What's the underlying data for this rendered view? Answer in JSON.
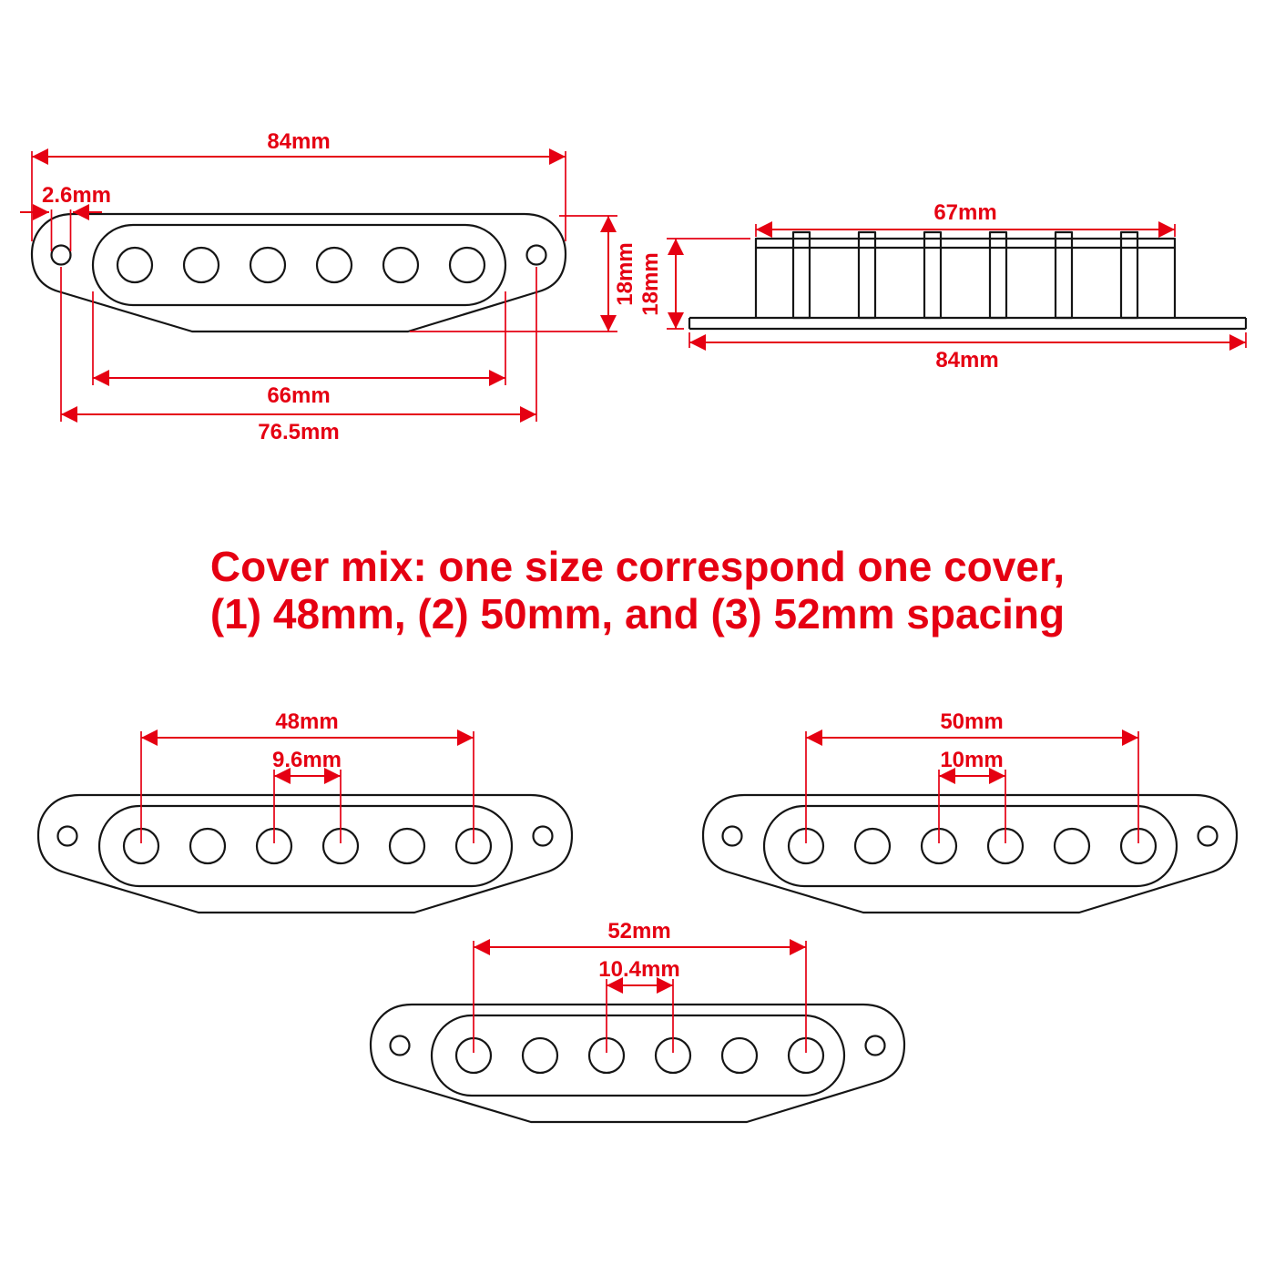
{
  "diagram": {
    "heading": {
      "line1": "Cover mix: one size correspond one cover,",
      "line2": "(1) 48mm, (2) 50mm, and (3) 52mm spacing"
    },
    "front_view": {
      "overall_width": "84mm",
      "mount_hole_diameter": "2.6mm",
      "height": "18mm",
      "inner_length": "66mm",
      "mount_hole_spacing": "76.5mm"
    },
    "side_view": {
      "top_width": "67mm",
      "height": "18mm",
      "base_width": "84mm"
    },
    "covers": [
      {
        "pole_span": "48mm",
        "pole_spacing": "9.6mm"
      },
      {
        "pole_span": "50mm",
        "pole_spacing": "10mm"
      },
      {
        "pole_span": "52mm",
        "pole_spacing": "10.4mm"
      }
    ],
    "colors": {
      "dimension": "#e50012",
      "line": "#151515",
      "background": "#ffffff"
    }
  }
}
